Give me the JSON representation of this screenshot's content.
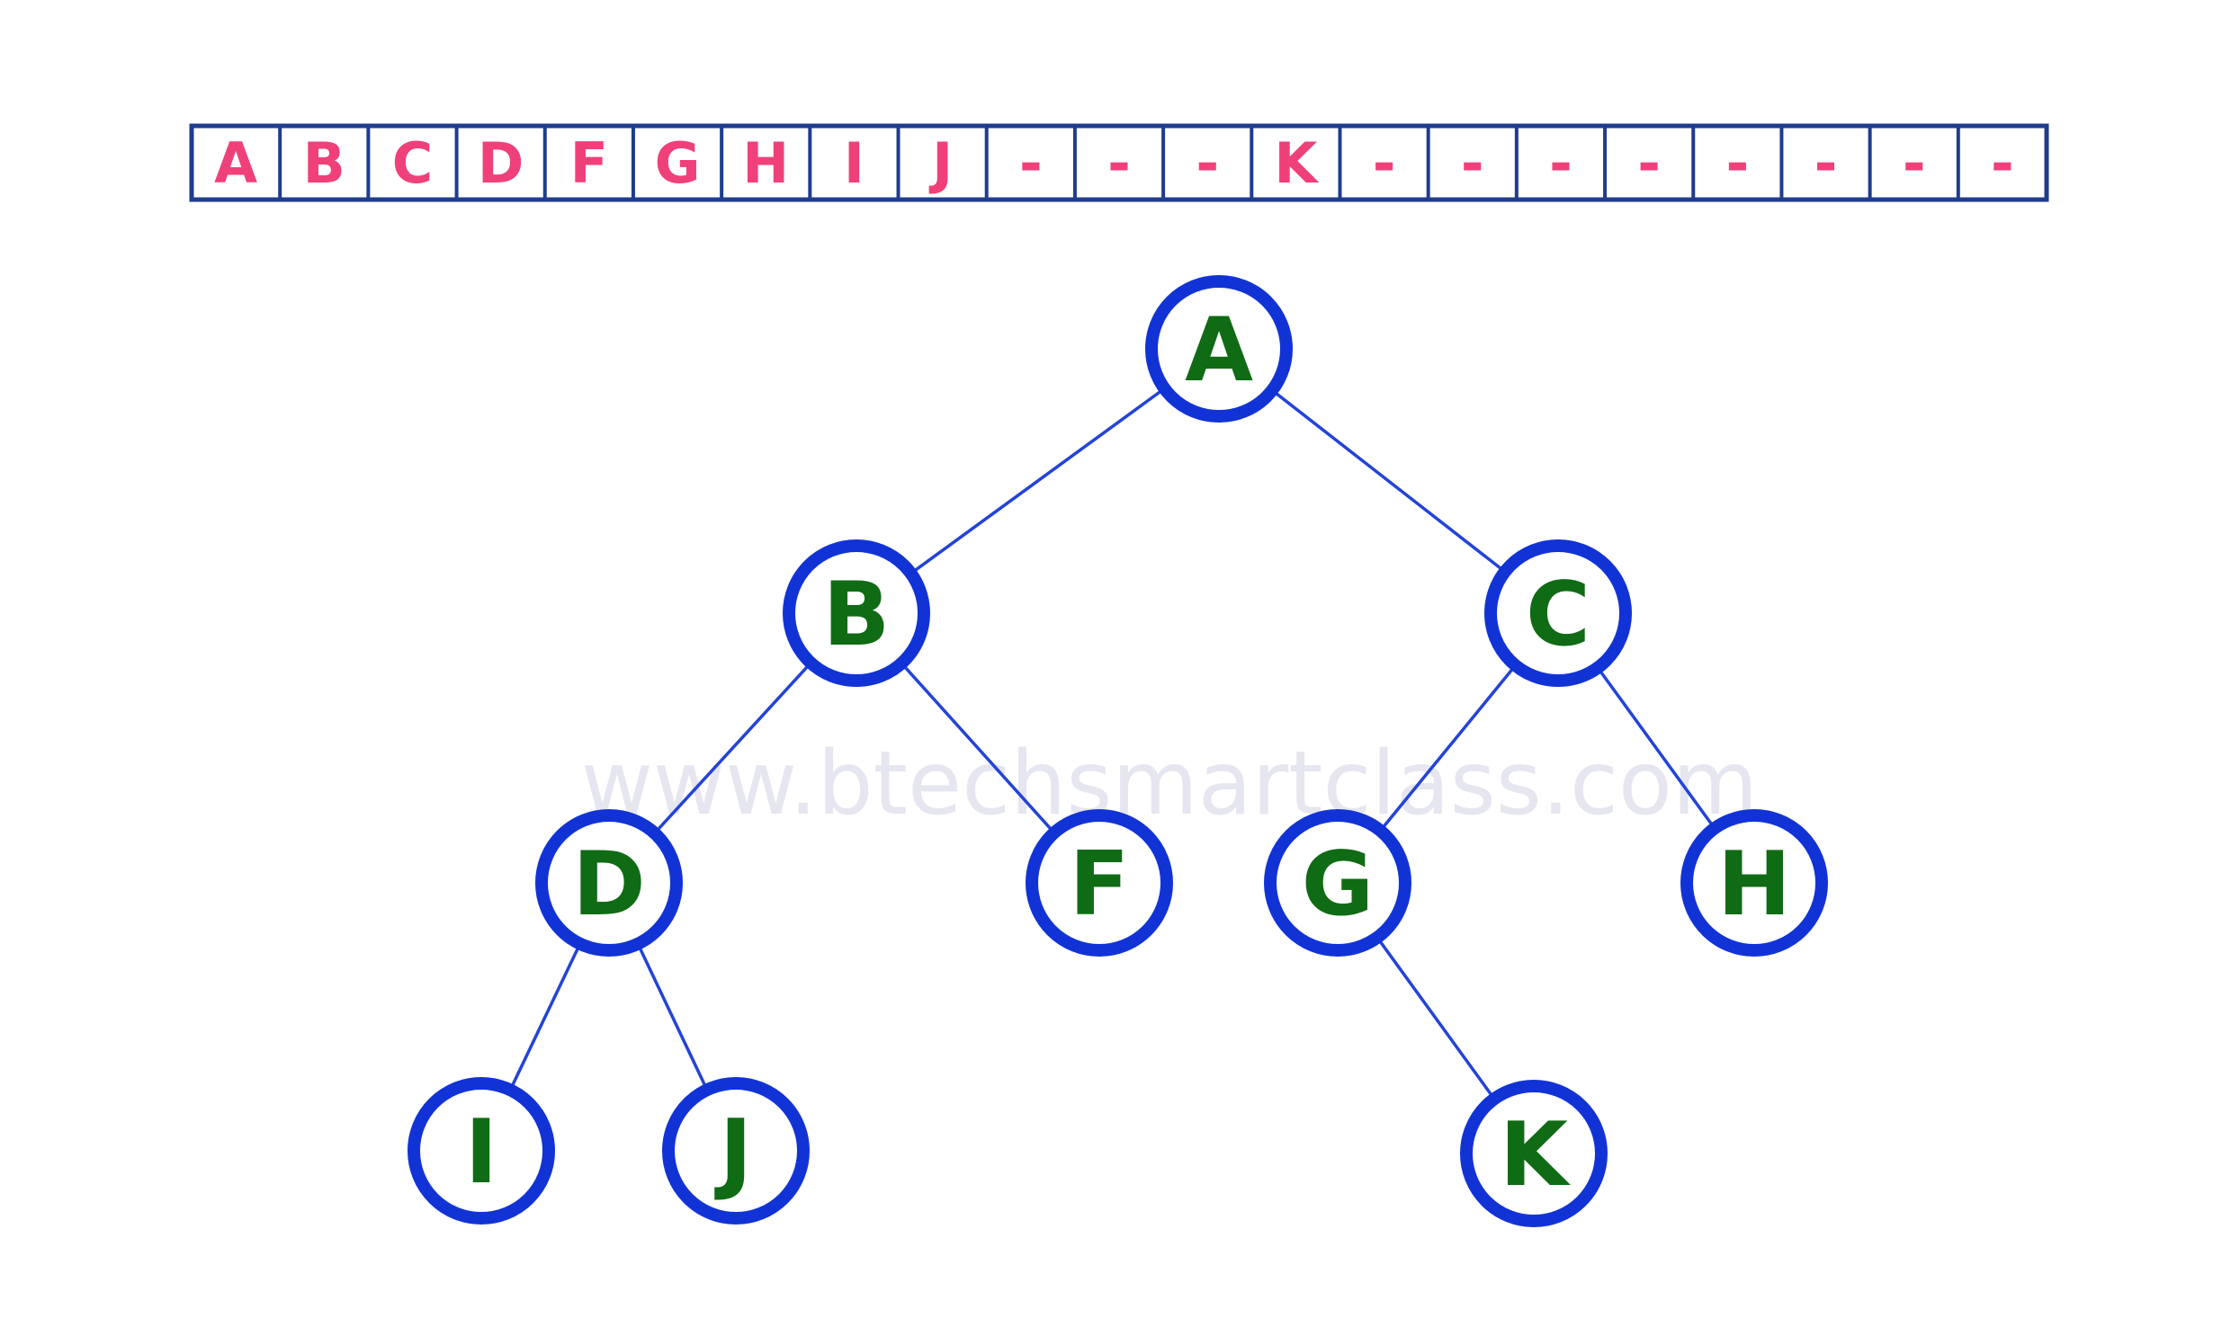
{
  "array": {
    "cells": [
      "A",
      "B",
      "C",
      "D",
      "F",
      "G",
      "H",
      "I",
      "J",
      "-",
      "-",
      "-",
      "K",
      "-",
      "-",
      "-",
      "-",
      "-",
      "-",
      "-",
      "-"
    ]
  },
  "tree": {
    "nodes": [
      {
        "id": "A",
        "label": "A"
      },
      {
        "id": "B",
        "label": "B"
      },
      {
        "id": "C",
        "label": "C"
      },
      {
        "id": "D",
        "label": "D"
      },
      {
        "id": "F",
        "label": "F"
      },
      {
        "id": "G",
        "label": "G"
      },
      {
        "id": "H",
        "label": "H"
      },
      {
        "id": "I",
        "label": "I"
      },
      {
        "id": "J",
        "label": "J"
      },
      {
        "id": "K",
        "label": "K"
      }
    ],
    "edges": [
      [
        "A",
        "B"
      ],
      [
        "A",
        "C"
      ],
      [
        "B",
        "D"
      ],
      [
        "B",
        "F"
      ],
      [
        "C",
        "G"
      ],
      [
        "C",
        "H"
      ],
      [
        "D",
        "I"
      ],
      [
        "D",
        "J"
      ],
      [
        "G",
        "K"
      ]
    ]
  },
  "watermark": "www.btechsmartclass.com",
  "colors": {
    "array_border": "#1f3c8f",
    "array_text": "#f0407a",
    "node_border": "#1133d6",
    "node_text": "#0f6b14",
    "edge": "#2343d8",
    "watermark": "#e6e6f0"
  }
}
